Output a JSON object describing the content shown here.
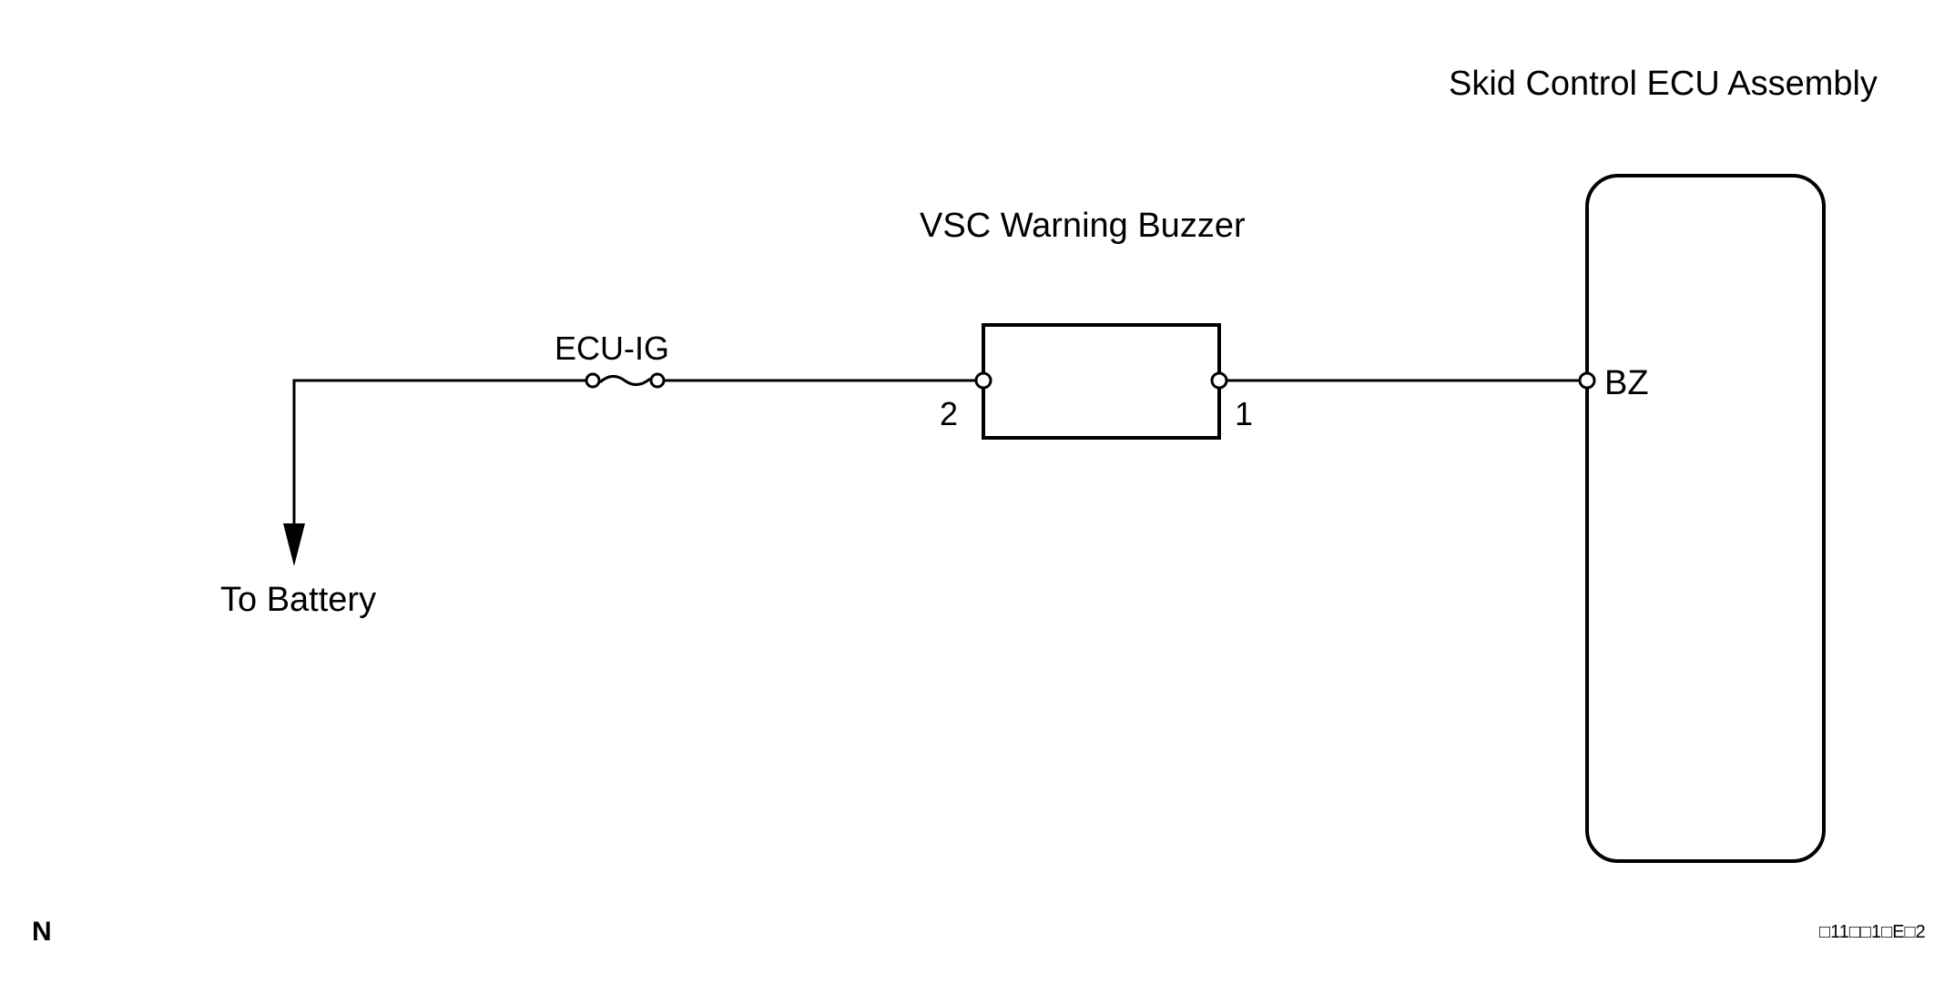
{
  "diagram": {
    "ecu_title": "Skid Control ECU Assembly",
    "buzzer_title": "VSC Warning Buzzer",
    "fuse_label": "ECU-IG",
    "battery_label": "To Battery",
    "buzzer_pin_left": "2",
    "buzzer_pin_right": "1",
    "ecu_pin": "BZ",
    "corner_mark": "N",
    "figure_code": "□11□□1□E□2"
  }
}
